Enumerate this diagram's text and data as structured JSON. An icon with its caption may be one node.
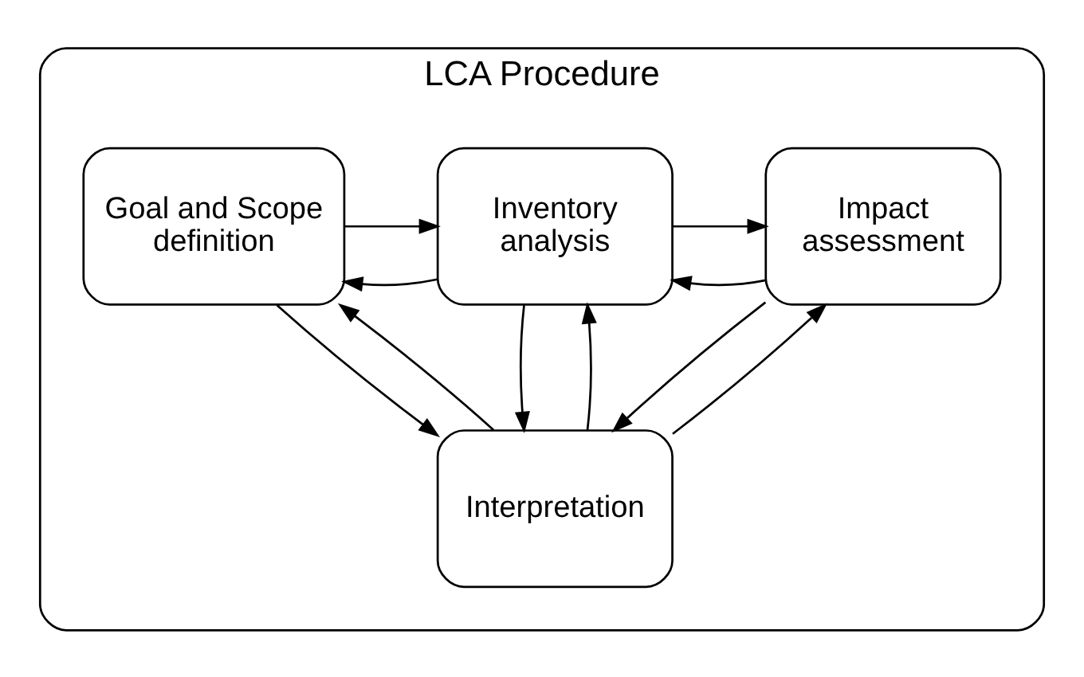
{
  "diagram": {
    "nodes": [
      {
        "text": [
          "LCA Procedure"
        ]
      },
      {
        "text": [
          "Goal and Scope definition"
        ],
        "in": 0
      },
      {
        "text": [
          "Inventory analysis"
        ],
        "in": 0
      },
      {
        "text": [
          "Impact assessment"
        ],
        "in": 0
      },
      {
        "text": [
          "Interpretation"
        ],
        "in": 0
      }
    ],
    "edges": [
      {
        "from": 2,
        "to": 1,
        "arrow": "to"
      },
      {
        "from": 1,
        "to": 2,
        "arrow": "to"
      },
      {
        "from": 3,
        "to": 2,
        "arrow": "to"
      },
      {
        "from": 2,
        "to": 3,
        "arrow": "to"
      },
      {
        "from": 1,
        "to": 4,
        "arrow": "to"
      },
      {
        "from": 4,
        "to": 1,
        "arrow": "to"
      },
      {
        "from": 4,
        "to": 2,
        "arrow": "to"
      },
      {
        "from": 2,
        "to": 4,
        "arrow": "to"
      },
      {
        "from": 4,
        "to": 3,
        "arrow": "to"
      },
      {
        "from": 3,
        "to": 4,
        "arrow": "to"
      }
    ]
  }
}
